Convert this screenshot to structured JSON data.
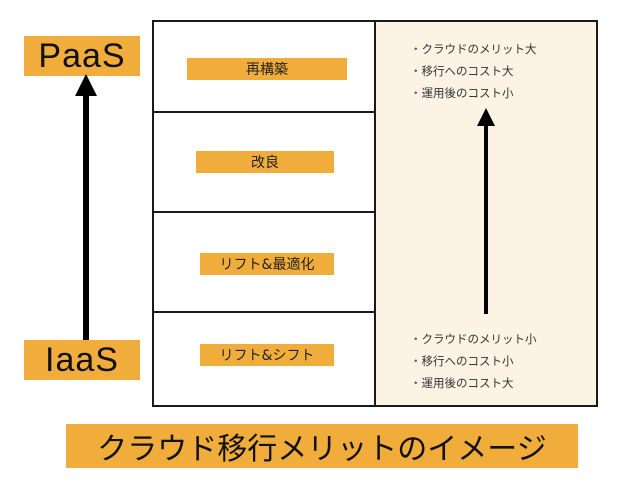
{
  "colors": {
    "accent": "#f0ad3c",
    "panel": "#fcf3e4",
    "arrow": "#000000"
  },
  "axis": {
    "top_label": "PaaS",
    "bottom_label": "IaaS"
  },
  "stages": [
    {
      "label": "再構築"
    },
    {
      "label": "改良"
    },
    {
      "label": "リフト&最適化"
    },
    {
      "label": "リフト&シフト"
    }
  ],
  "benefits": {
    "top": [
      "クラウドのメリット大",
      "移行へのコスト大",
      "運用後のコスト小"
    ],
    "bottom": [
      "クラウドのメリット小",
      "移行へのコスト小",
      "運用後のコスト大"
    ]
  },
  "caption": "クラウド移行メリットのイメージ"
}
